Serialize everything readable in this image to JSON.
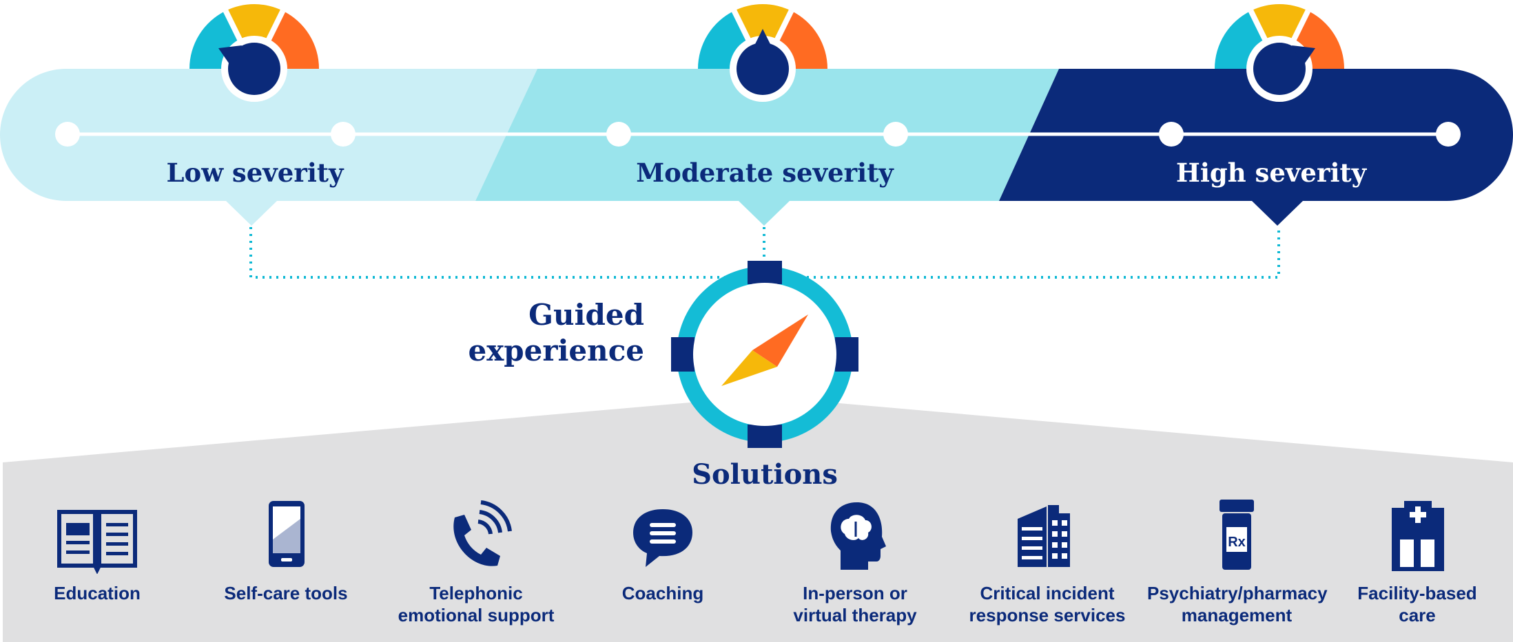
{
  "severity": {
    "low_label": "Low severity",
    "moderate_label": "Moderate severity",
    "high_label": "High severity"
  },
  "guided": {
    "line1": "Guided",
    "line2": "experience"
  },
  "solutions": {
    "title": "Solutions",
    "items": [
      {
        "icon": "book-icon",
        "line1": "Education",
        "line2": ""
      },
      {
        "icon": "smartphone-icon",
        "line1": "Self-care tools",
        "line2": ""
      },
      {
        "icon": "phone-icon",
        "line1": "Telephonic",
        "line2": "emotional support"
      },
      {
        "icon": "chat-bubble-icon",
        "line1": "Coaching",
        "line2": ""
      },
      {
        "icon": "head-brain-icon",
        "line1": "In-person or",
        "line2": "virtual therapy"
      },
      {
        "icon": "buildings-icon",
        "line1": "Critical incident",
        "line2": "response services"
      },
      {
        "icon": "pill-bottle-icon",
        "line1": "Psychiatry/pharmacy",
        "line2": "management"
      },
      {
        "icon": "hospital-icon",
        "line1": "Facility-based",
        "line2": "care"
      }
    ]
  },
  "colors": {
    "navy": "#0b2a7a",
    "light_cyan": "#cbeff6",
    "mid_cyan": "#9ae4ec",
    "teal": "#10b9d4",
    "gauge_blue": "#14bcd6",
    "gauge_yellow": "#f6b80a",
    "gauge_orange": "#ff6b22",
    "gray_panel": "#e0e0e1"
  }
}
